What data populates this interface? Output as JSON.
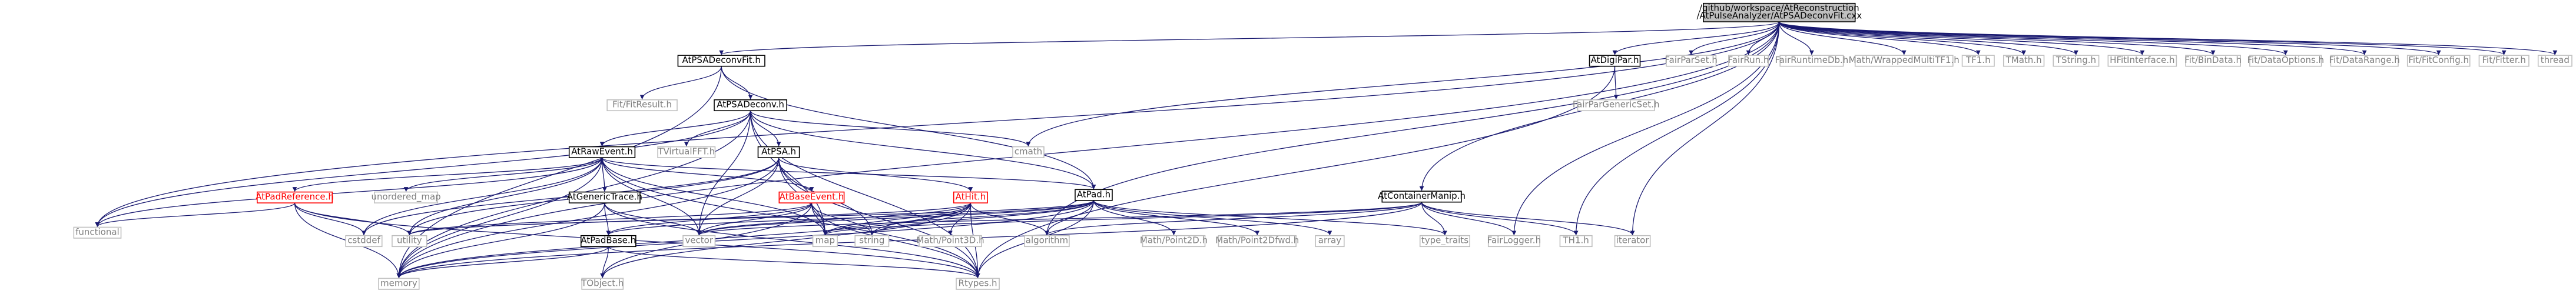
{
  "colors": {
    "edge": "#191970",
    "root_fill": "#bfbfbf",
    "node_border": "#000000",
    "gray_border": "#bfbfbf",
    "gray_text": "#7f7f7f",
    "red_border": "#ff0000",
    "red_text": "#ff0000",
    "background": "#ffffff"
  },
  "nodes": [
    {
      "id": "root",
      "label": "/github/workspace/AtReconstruction",
      "label2": "/AtPulseAnalyzer/AtPSADeconvFit.cxx",
      "style": "root"
    },
    {
      "id": "deconvfit_h",
      "label": "AtPSADeconvFit.h",
      "style": "normal"
    },
    {
      "id": "fitresult",
      "label": "Fit/FitResult.h",
      "style": "gray"
    },
    {
      "id": "deconv_h",
      "label": "AtPSADeconv.h",
      "style": "normal"
    },
    {
      "id": "cmath",
      "label": "cmath",
      "style": "gray"
    },
    {
      "id": "rawevent",
      "label": "AtRawEvent.h",
      "style": "normal"
    },
    {
      "id": "tvirtualfft",
      "label": "TVirtualFFT.h",
      "style": "gray"
    },
    {
      "id": "atpsa",
      "label": "AtPSA.h",
      "style": "normal"
    },
    {
      "id": "atpad",
      "label": "AtPad.h",
      "style": "normal"
    },
    {
      "id": "padref",
      "label": "AtPadReference.h",
      "style": "red"
    },
    {
      "id": "unordered_map",
      "label": "unordered_map",
      "style": "gray"
    },
    {
      "id": "generictrace",
      "label": "AtGenericTrace.h",
      "style": "normal"
    },
    {
      "id": "baseevent",
      "label": "AtBaseEvent.h",
      "style": "red"
    },
    {
      "id": "athit",
      "label": "AtHit.h",
      "style": "red"
    },
    {
      "id": "functional",
      "label": "functional",
      "style": "gray"
    },
    {
      "id": "cstddef",
      "label": "cstddef",
      "style": "gray"
    },
    {
      "id": "utility",
      "label": "utility",
      "style": "gray"
    },
    {
      "id": "padbase",
      "label": "AtPadBase.h",
      "style": "normal"
    },
    {
      "id": "vector",
      "label": "vector",
      "style": "gray"
    },
    {
      "id": "map",
      "label": "map",
      "style": "gray"
    },
    {
      "id": "string",
      "label": "string",
      "style": "gray"
    },
    {
      "id": "point3d",
      "label": "Math/Point3D.h",
      "style": "gray"
    },
    {
      "id": "algorithm",
      "label": "algorithm",
      "style": "gray"
    },
    {
      "id": "point2d",
      "label": "Math/Point2D.h",
      "style": "gray"
    },
    {
      "id": "point2dfwd",
      "label": "Math/Point2Dfwd.h",
      "style": "gray"
    },
    {
      "id": "array",
      "label": "array",
      "style": "gray"
    },
    {
      "id": "memory",
      "label": "memory",
      "style": "gray"
    },
    {
      "id": "tobject",
      "label": "TObject.h",
      "style": "gray"
    },
    {
      "id": "rtypes",
      "label": "Rtypes.h",
      "style": "gray"
    },
    {
      "id": "containermanip",
      "label": "AtContainerManip.h",
      "style": "normal"
    },
    {
      "id": "type_traits",
      "label": "type_traits",
      "style": "gray"
    },
    {
      "id": "fairlogger",
      "label": "FairLogger.h",
      "style": "gray"
    },
    {
      "id": "th1",
      "label": "TH1.h",
      "style": "gray"
    },
    {
      "id": "iterator",
      "label": "iterator",
      "style": "gray"
    },
    {
      "id": "digipar",
      "label": "AtDigiPar.h",
      "style": "normal"
    },
    {
      "id": "fairpargenericset",
      "label": "FairParGenericSet.h",
      "style": "gray"
    },
    {
      "id": "fairparset",
      "label": "FairParSet.h",
      "style": "gray"
    },
    {
      "id": "fairrun",
      "label": "FairRun.h",
      "style": "gray"
    },
    {
      "id": "fairruntimedb",
      "label": "FairRuntimeDb.h",
      "style": "gray"
    },
    {
      "id": "wrappedmultitf1",
      "label": "Math/WrappedMultiTF1.h",
      "style": "gray"
    },
    {
      "id": "tf1",
      "label": "TF1.h",
      "style": "gray"
    },
    {
      "id": "tmath",
      "label": "TMath.h",
      "style": "gray"
    },
    {
      "id": "tstring",
      "label": "TString.h",
      "style": "gray"
    },
    {
      "id": "hfitinterface",
      "label": "HFitInterface.h",
      "style": "gray"
    },
    {
      "id": "bindata",
      "label": "Fit/BinData.h",
      "style": "gray"
    },
    {
      "id": "dataoptions",
      "label": "Fit/DataOptions.h",
      "style": "gray"
    },
    {
      "id": "datarange",
      "label": "Fit/DataRange.h",
      "style": "gray"
    },
    {
      "id": "fitconfig",
      "label": "Fit/FitConfig.h",
      "style": "gray"
    },
    {
      "id": "fitter",
      "label": "Fit/Fitter.h",
      "style": "gray"
    },
    {
      "id": "thread",
      "label": "thread",
      "style": "gray"
    }
  ],
  "edges": [
    [
      "root",
      "deconvfit_h"
    ],
    [
      "root",
      "cmath"
    ],
    [
      "root",
      "functional"
    ],
    [
      "root",
      "memory"
    ],
    [
      "root",
      "containermanip"
    ],
    [
      "root",
      "digipar"
    ],
    [
      "root",
      "fairparset"
    ],
    [
      "root",
      "fairrun"
    ],
    [
      "root",
      "fairruntimedb"
    ],
    [
      "root",
      "wrappedmultitf1"
    ],
    [
      "root",
      "tf1"
    ],
    [
      "root",
      "tmath"
    ],
    [
      "root",
      "tstring"
    ],
    [
      "root",
      "hfitinterface"
    ],
    [
      "root",
      "bindata"
    ],
    [
      "root",
      "dataoptions"
    ],
    [
      "root",
      "datarange"
    ],
    [
      "root",
      "fitconfig"
    ],
    [
      "root",
      "fitter"
    ],
    [
      "root",
      "thread"
    ],
    [
      "root",
      "fairlogger"
    ],
    [
      "root",
      "th1"
    ],
    [
      "root",
      "iterator"
    ],
    [
      "root",
      "algorithm"
    ],
    [
      "deconvfit_h",
      "fitresult"
    ],
    [
      "deconvfit_h",
      "deconv_h"
    ],
    [
      "deconvfit_h",
      "atpad"
    ],
    [
      "deconvfit_h",
      "memory"
    ],
    [
      "deconv_h",
      "cmath"
    ],
    [
      "deconv_h",
      "rawevent"
    ],
    [
      "deconv_h",
      "tvirtualfft"
    ],
    [
      "deconv_h",
      "atpsa"
    ],
    [
      "deconv_h",
      "atpad"
    ],
    [
      "deconv_h",
      "functional"
    ],
    [
      "deconv_h",
      "memory"
    ],
    [
      "deconv_h",
      "vector"
    ],
    [
      "deconv_h",
      "map"
    ],
    [
      "deconv_h",
      "rtypes"
    ],
    [
      "rawevent",
      "padref"
    ],
    [
      "rawevent",
      "unordered_map"
    ],
    [
      "rawevent",
      "generictrace"
    ],
    [
      "rawevent",
      "baseevent"
    ],
    [
      "rawevent",
      "functional"
    ],
    [
      "rawevent",
      "cstddef"
    ],
    [
      "rawevent",
      "utility"
    ],
    [
      "rawevent",
      "vector"
    ],
    [
      "rawevent",
      "map"
    ],
    [
      "rawevent",
      "memory"
    ],
    [
      "rawevent",
      "rtypes"
    ],
    [
      "rawevent",
      "atpad"
    ],
    [
      "atpsa",
      "athit"
    ],
    [
      "atpsa",
      "vector"
    ],
    [
      "atpsa",
      "string"
    ],
    [
      "atpsa",
      "memory"
    ],
    [
      "atpsa",
      "rtypes"
    ],
    [
      "atpsa",
      "map"
    ],
    [
      "atpsa",
      "utility"
    ],
    [
      "atpsa",
      "cstddef"
    ],
    [
      "padref",
      "functional"
    ],
    [
      "padref",
      "cstddef"
    ],
    [
      "padref",
      "utility"
    ],
    [
      "padref",
      "memory"
    ],
    [
      "padref",
      "rtypes"
    ],
    [
      "generictrace",
      "padbase"
    ],
    [
      "generictrace",
      "vector"
    ],
    [
      "generictrace",
      "rtypes"
    ],
    [
      "generictrace",
      "memory"
    ],
    [
      "baseevent",
      "padbase"
    ],
    [
      "baseevent",
      "map"
    ],
    [
      "baseevent",
      "string"
    ],
    [
      "baseevent",
      "vector"
    ],
    [
      "baseevent",
      "rtypes"
    ],
    [
      "baseevent",
      "tobject"
    ],
    [
      "baseevent",
      "utility"
    ],
    [
      "athit",
      "point3d"
    ],
    [
      "athit",
      "map"
    ],
    [
      "athit",
      "vector"
    ],
    [
      "athit",
      "string"
    ],
    [
      "athit",
      "rtypes"
    ],
    [
      "athit",
      "memory"
    ],
    [
      "athit",
      "algorithm"
    ],
    [
      "athit",
      "utility"
    ],
    [
      "athit",
      "tobject"
    ],
    [
      "atpad",
      "padbase"
    ],
    [
      "atpad",
      "point2d"
    ],
    [
      "atpad",
      "point2dfwd"
    ],
    [
      "atpad",
      "array"
    ],
    [
      "atpad",
      "memory"
    ],
    [
      "atpad",
      "rtypes"
    ],
    [
      "atpad",
      "vector"
    ],
    [
      "atpad",
      "map"
    ],
    [
      "atpad",
      "string"
    ],
    [
      "atpad",
      "algorithm"
    ],
    [
      "atpad",
      "type_traits"
    ],
    [
      "atpad",
      "utility"
    ],
    [
      "padbase",
      "tobject"
    ],
    [
      "padbase",
      "rtypes"
    ],
    [
      "padbase",
      "memory"
    ],
    [
      "containermanip",
      "fairlogger"
    ],
    [
      "containermanip",
      "th1"
    ],
    [
      "containermanip",
      "iterator"
    ],
    [
      "containermanip",
      "type_traits"
    ],
    [
      "containermanip",
      "vector"
    ],
    [
      "containermanip",
      "memory"
    ],
    [
      "containermanip",
      "algorithm"
    ],
    [
      "containermanip",
      "map"
    ],
    [
      "digipar",
      "fairpargenericset"
    ],
    [
      "digipar",
      "rtypes"
    ]
  ]
}
